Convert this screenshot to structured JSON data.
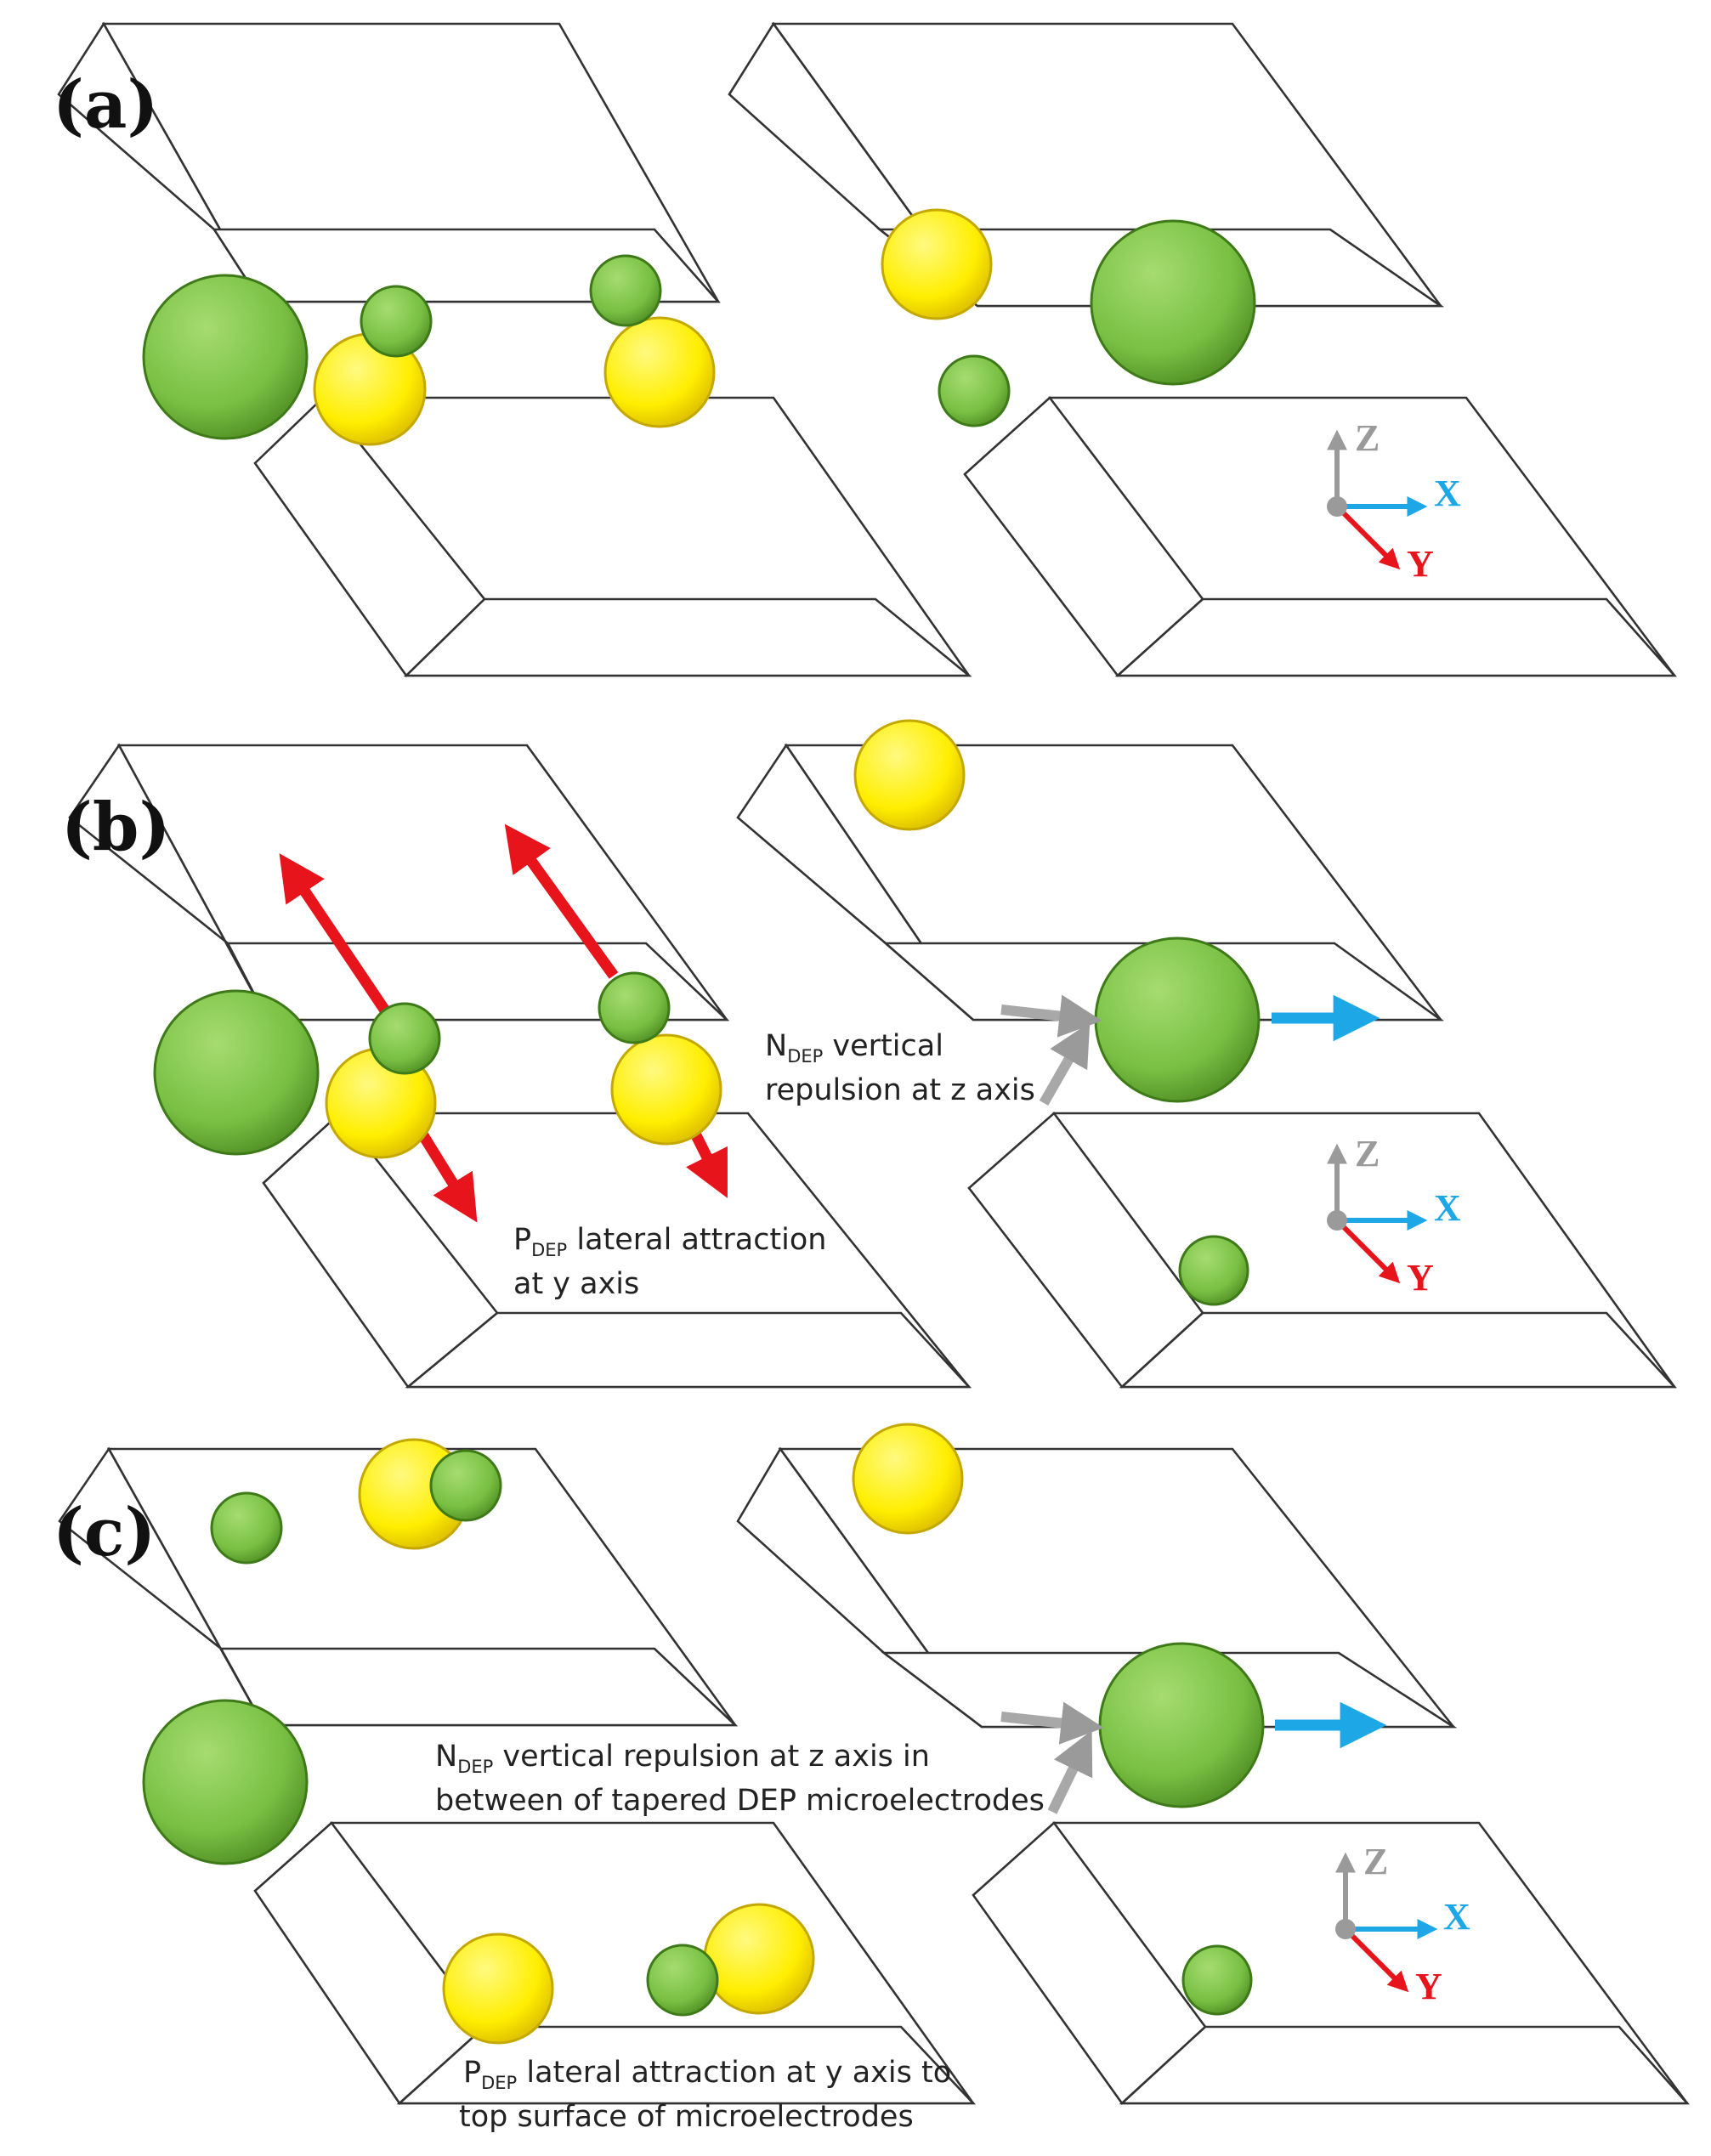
{
  "panels": [
    {
      "label": "(a)"
    },
    {
      "label": "(b)"
    },
    {
      "label": "(c)"
    }
  ],
  "axes": {
    "z_label": "Z",
    "x_label": "X",
    "y_label": "Y",
    "z_color": "#9a9a9a",
    "x_color": "#1ea7e6",
    "y_color": "#e8141c"
  },
  "annotations": {
    "b_ndep_prefix": "N",
    "b_ndep_sub": "DEP",
    "b_ndep_line1_rest": " vertical",
    "b_ndep_line2": "repulsion at z axis",
    "b_pdep_prefix": "P",
    "b_pdep_sub": "DEP",
    "b_pdep_line1_rest": " lateral attraction",
    "b_pdep_line2": "at y axis",
    "c_ndep_prefix": "N",
    "c_ndep_sub": "DEP",
    "c_ndep_line1_rest": " vertical repulsion at z axis in",
    "c_ndep_line2": "between of tapered DEP microelectrodes",
    "c_pdep_prefix": "P",
    "c_pdep_sub": "DEP",
    "c_pdep_line1_rest": " lateral attraction at y axis to",
    "c_pdep_line2": "top surface of microelectrodes"
  },
  "colors": {
    "green_particle": "#78c043",
    "yellow_particle": "#ffee00",
    "force_arrow": "#e8141c",
    "flow_arrow": "#1ea7e6",
    "ndep_arrow": "#a8a8a8"
  }
}
